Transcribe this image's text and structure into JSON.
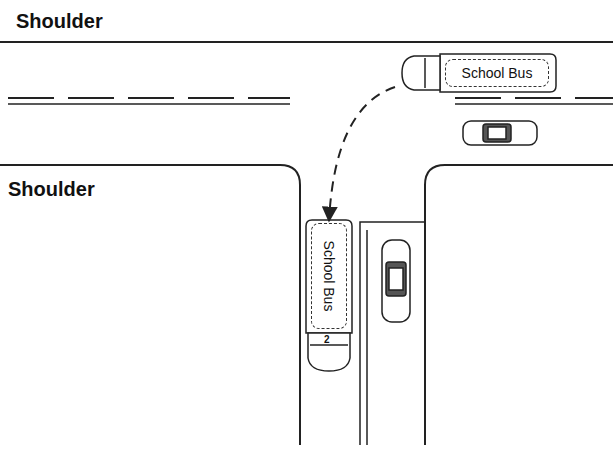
{
  "diagram": {
    "nodes": [
      {
        "text": [
          "School Bus"
        ]
      },
      {
        "text": [
          "School Bus"
        ]
      }
    ],
    "edges": [
      {
        "from": 0,
        "to": 1,
        "arrow": "to"
      }
    ],
    "labels": [
      "Shoulder",
      "Shoulder",
      "2"
    ]
  }
}
